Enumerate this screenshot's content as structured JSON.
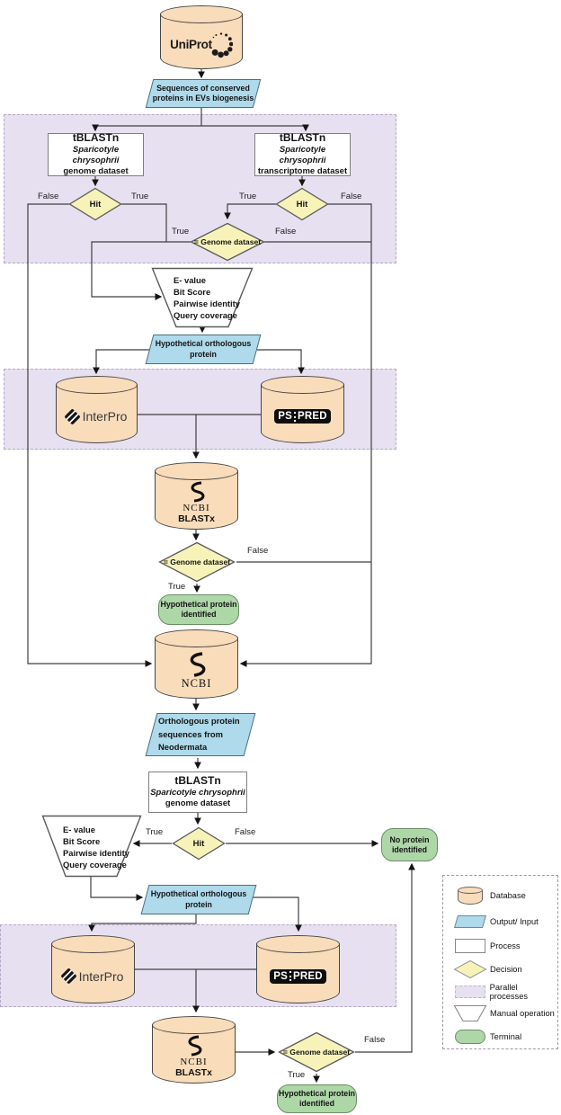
{
  "edge_labels": {
    "true_label": "True",
    "false_label": "False"
  },
  "nodes": {
    "uniprot": {
      "label": "UniProt"
    },
    "sequences_input": {
      "line1": "Sequences of conserved",
      "line2": "proteins in EVs biogenesis"
    },
    "tblastn_genome": {
      "title": "tBLASTn",
      "species": "Sparicotyle chrysophrii",
      "dataset": "genome dataset"
    },
    "tblastn_transcriptome": {
      "title": "tBLASTn",
      "species": "Sparicotyle chrysophrii",
      "dataset": "transcriptome dataset"
    },
    "hit_decision": {
      "label": "Hit"
    },
    "genome_decision": {
      "label": "= Genome dataset"
    },
    "manual_filter": {
      "line1": "E- value",
      "line2": "Bit Score",
      "line3": "Pairwise identity",
      "line4": "Query coverage"
    },
    "hypothetical_orthologous": {
      "line1": "Hypothetical orthologous",
      "line2": "protein"
    },
    "interpro": {
      "label": "InterPro"
    },
    "psipred": {
      "ps": "PS",
      "pred": "PRED"
    },
    "ncbi_blastx": {
      "db": "NCBI",
      "tool": "BLASTx"
    },
    "ncbi": {
      "db": "NCBI"
    },
    "orthologous_neodermata": {
      "line1": "Orthologous  protein",
      "line2": "sequences from",
      "line3": "Neodermata"
    },
    "protein_identified": {
      "line1": "Hypothetical protein",
      "line2": "identified"
    },
    "no_protein": {
      "line1": "No protein",
      "line2": "identified"
    }
  },
  "legend": {
    "items": [
      {
        "label": "Database"
      },
      {
        "label": "Output/ Input"
      },
      {
        "label": "Process"
      },
      {
        "label": "Decision"
      },
      {
        "label": "Parallel processes"
      },
      {
        "label": "Manual operation"
      },
      {
        "label": "Terminal"
      }
    ]
  },
  "colors": {
    "database_fill": "#F9DCBA",
    "io_fill": "#AEDAEB",
    "decision_fill": "#F7F3B8",
    "parallel_fill": "#E7E0F1",
    "terminal_fill": "#AED7A8",
    "process_fill": "#FFFFFF",
    "line": "#3F3F3F"
  }
}
